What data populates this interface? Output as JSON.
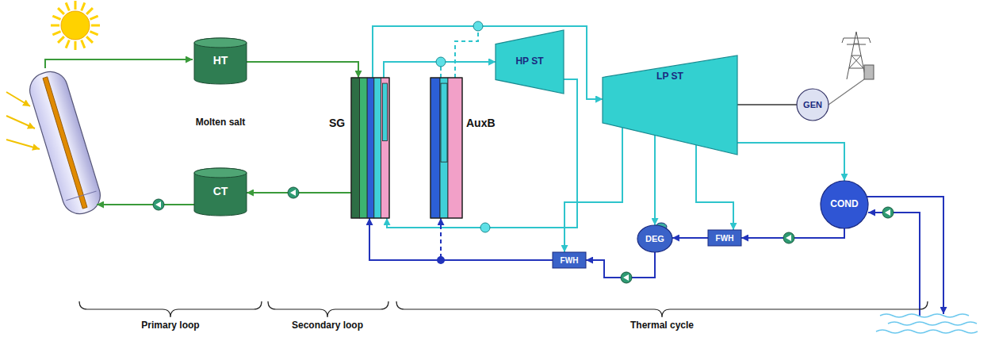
{
  "diagram": {
    "nodes": [
      {
        "text": [
          "HT"
        ]
      },
      {
        "text": [
          "CT"
        ]
      },
      {
        "text": [
          "SG"
        ]
      },
      {
        "text": [
          "AuxB"
        ]
      },
      {
        "text": [
          "HP ST"
        ]
      },
      {
        "text": [
          "LP ST"
        ]
      },
      {
        "text": [
          "GEN"
        ]
      },
      {
        "text": [
          "COND"
        ]
      },
      {
        "text": [
          "FWH"
        ]
      },
      {
        "text": [
          "DEG"
        ]
      },
      {
        "text": [
          "FWH"
        ]
      }
    ],
    "edges": [
      {
        "from": 0,
        "to": 2,
        "arrow": "to"
      },
      {
        "from": 2,
        "to": 1,
        "arrow": "to"
      },
      {
        "from": 2,
        "to": 4,
        "arrow": "to"
      },
      {
        "from": 4,
        "to": 2,
        "arrow": "to"
      },
      {
        "from": 2,
        "to": 5,
        "arrow": "to"
      },
      {
        "from": 3,
        "to": 4,
        "arrow": "to"
      },
      {
        "from": 3,
        "to": 5,
        "arrow": "to"
      },
      {
        "from": 5,
        "to": 6,
        "arrow": "none"
      },
      {
        "from": 5,
        "to": 7,
        "arrow": "to"
      },
      {
        "from": 5,
        "to": 8,
        "arrow": "to"
      },
      {
        "from": 5,
        "to": 9,
        "arrow": "to"
      },
      {
        "from": 5,
        "to": 10,
        "arrow": "to"
      },
      {
        "from": 7,
        "to": 10,
        "arrow": "to"
      },
      {
        "from": 10,
        "to": 9,
        "arrow": "to"
      },
      {
        "from": 9,
        "to": 8,
        "arrow": "to"
      },
      {
        "from": 8,
        "to": 2,
        "arrow": "to"
      },
      {
        "from": 8,
        "to": 3,
        "arrow": "to"
      }
    ],
    "labels": [
      "Molten salt",
      "Primary loop",
      "Secondary loop",
      "Thermal cycle"
    ]
  }
}
